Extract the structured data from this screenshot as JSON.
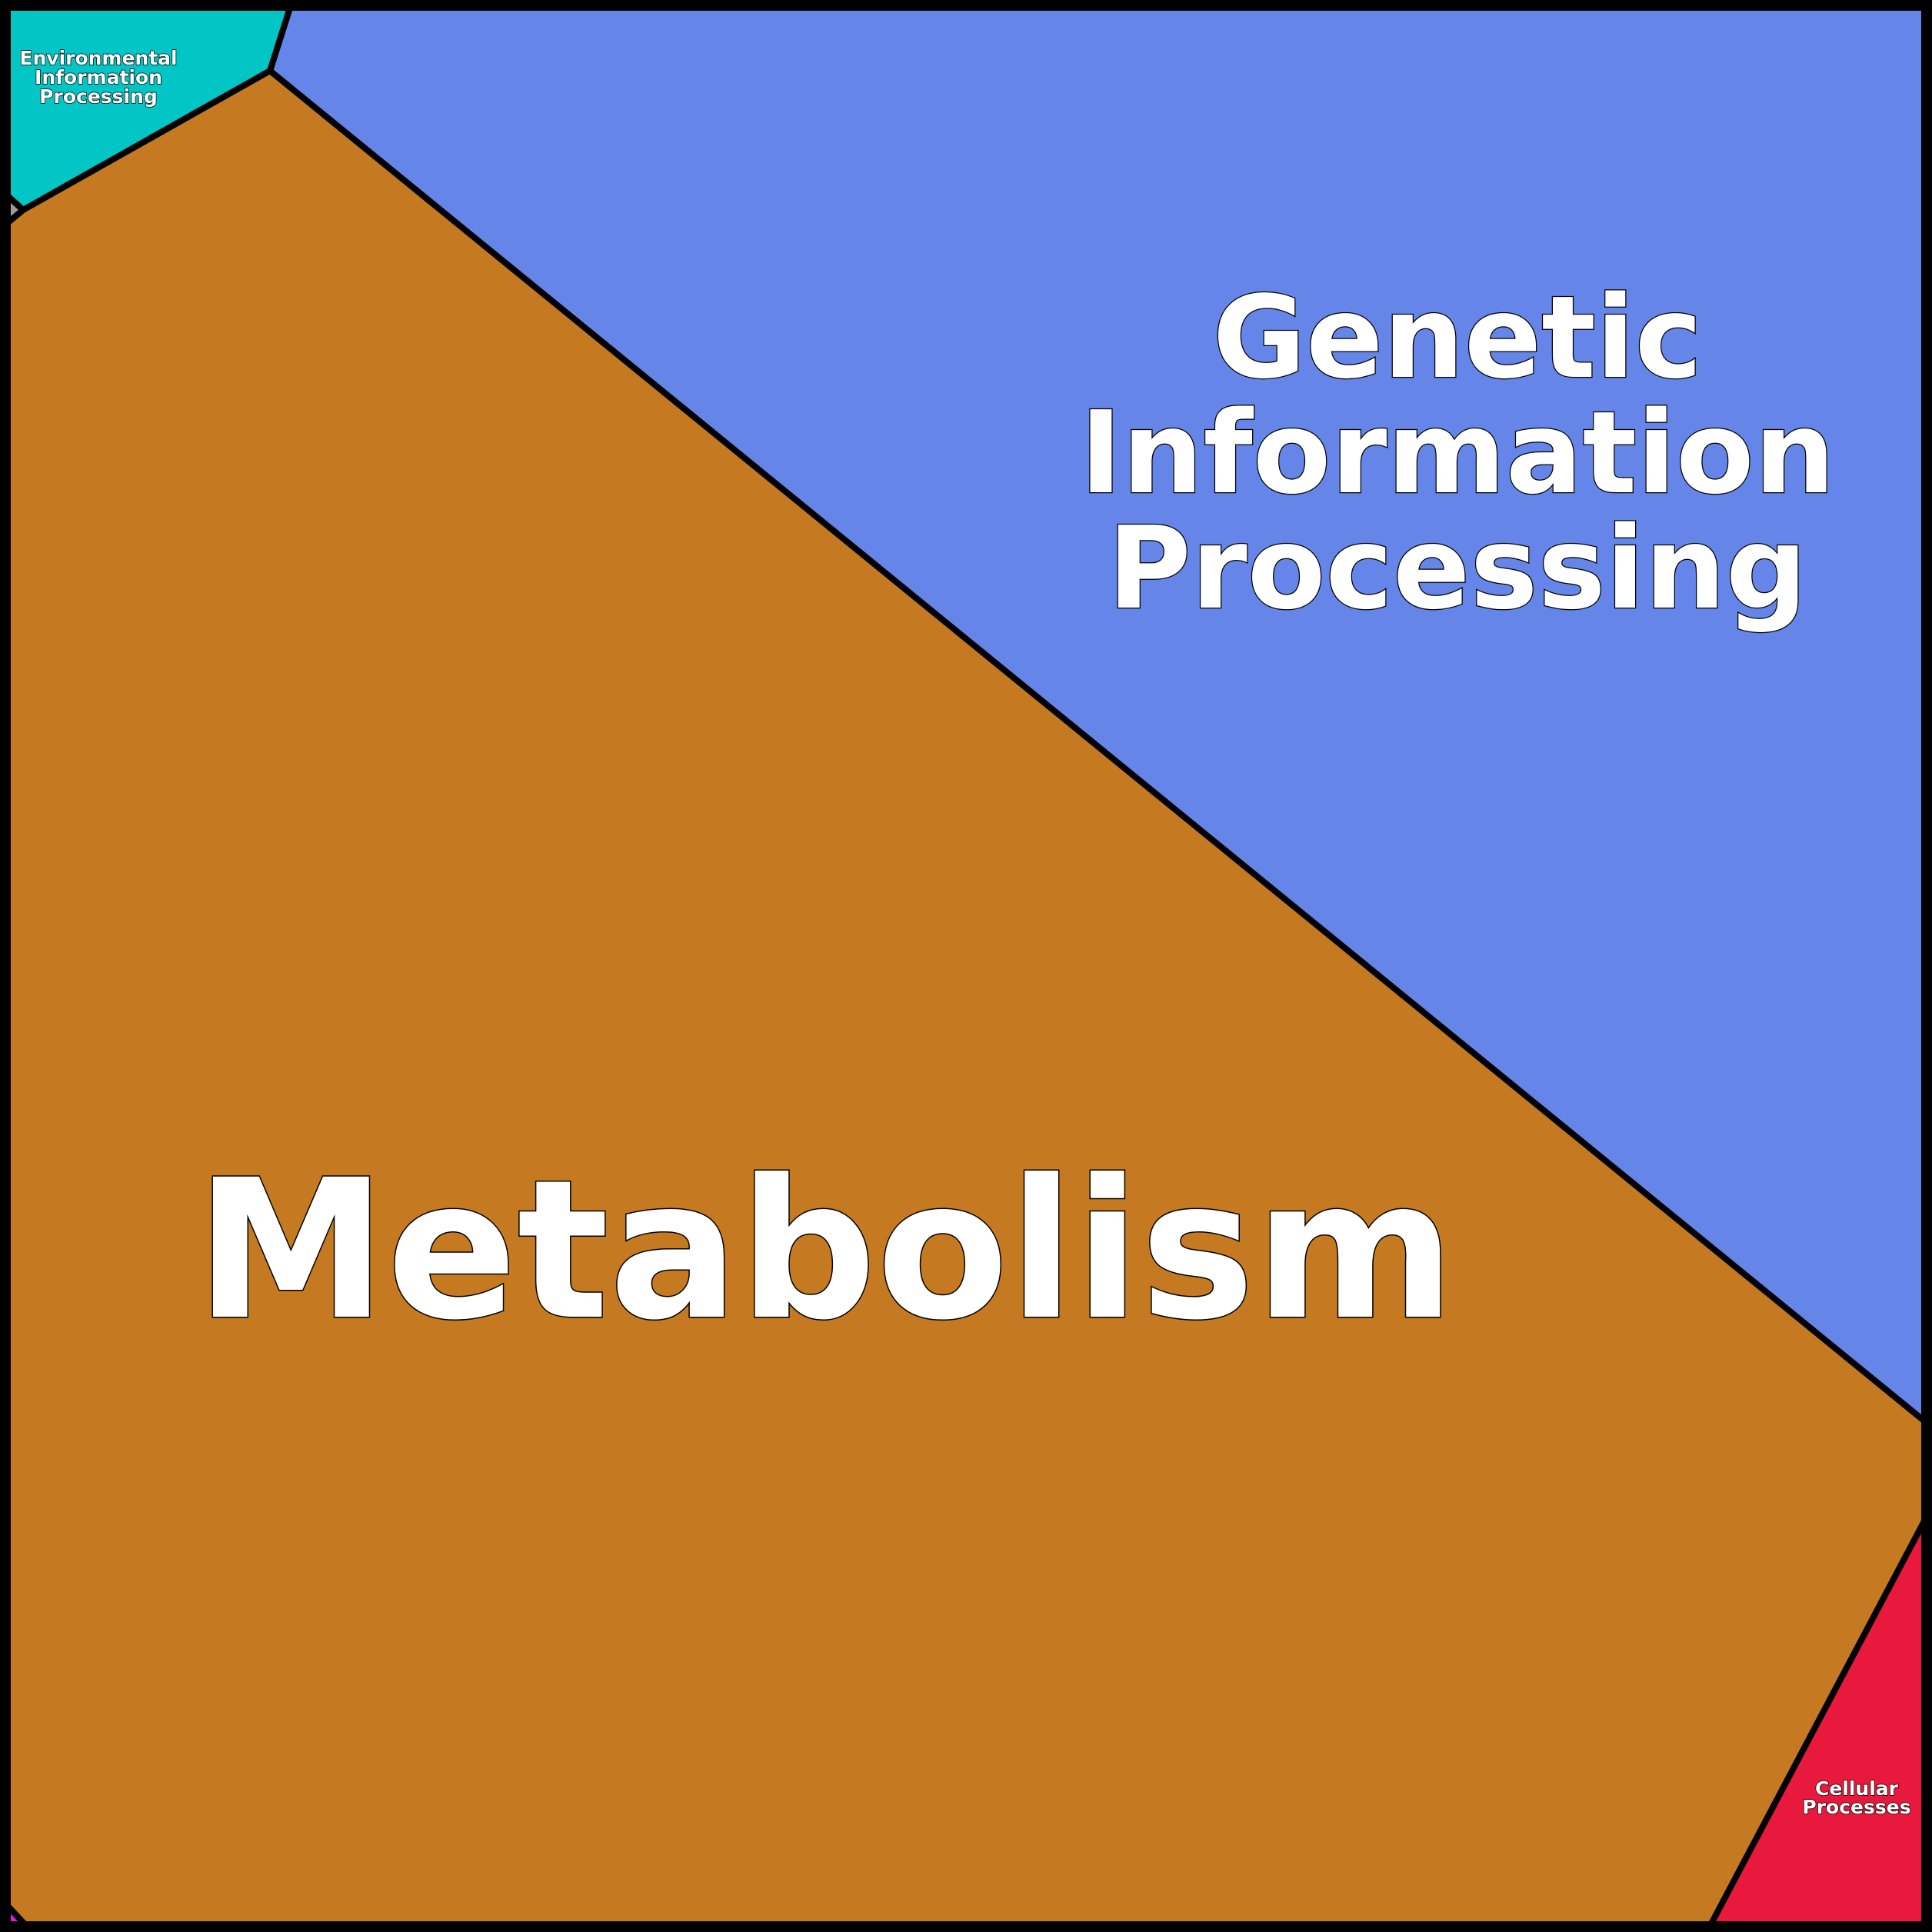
{
  "diagram": {
    "type": "voronoi-treemap",
    "cells": [
      {
        "id": "genetic",
        "lines": [
          "Genetic",
          "Information",
          "Processing"
        ],
        "color": "#6586e8"
      },
      {
        "id": "metabolism",
        "lines": [
          "Metabolism"
        ],
        "color": "#c57a21"
      },
      {
        "id": "environmental",
        "lines": [
          "Environmental",
          "Information",
          "Processing"
        ],
        "color": "#02c5c5"
      },
      {
        "id": "cellular",
        "lines": [
          "Cellular",
          "Processes"
        ],
        "color": "#e8193c"
      },
      {
        "id": "sliver-top-left",
        "lines": [],
        "color": "#9c9c9c"
      },
      {
        "id": "sliver-bottom-left",
        "lines": [],
        "color": "#e01de0"
      }
    ]
  }
}
